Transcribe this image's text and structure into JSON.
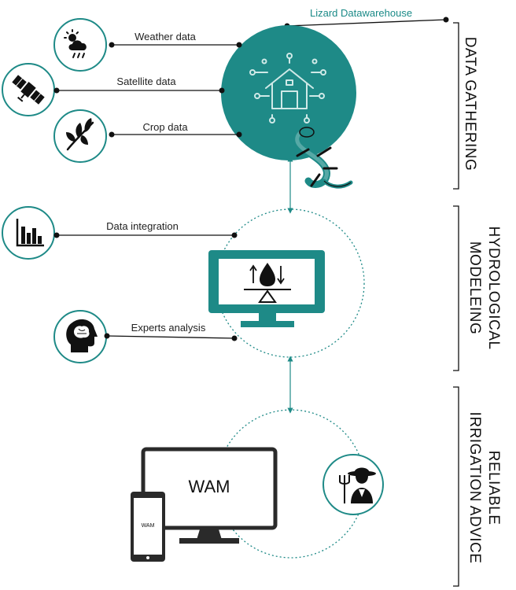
{
  "colors": {
    "teal": "#1e8a87",
    "dark": "#111111",
    "line": "#111111"
  },
  "warehouse": {
    "label": "Lizard Datawarehouse"
  },
  "sources": [
    {
      "icon": "weather-icon",
      "label": "Weather data"
    },
    {
      "icon": "satellite-icon",
      "label": "Satellite data"
    },
    {
      "icon": "crop-icon",
      "label": "Crop data"
    }
  ],
  "modeling": [
    {
      "icon": "bar-chart-icon",
      "label": "Data integration"
    },
    {
      "icon": "brain-head-icon",
      "label": "Experts analysis"
    }
  ],
  "sections": {
    "gathering": "DATA GATHERING",
    "modeling": [
      "HYDROLOGICAL",
      "MODELEING"
    ],
    "advice": [
      "RELIABLE",
      "IRRIGATION ADVICE"
    ]
  },
  "wam": {
    "monitor_text": "WAM",
    "phone_text": "WAM"
  }
}
